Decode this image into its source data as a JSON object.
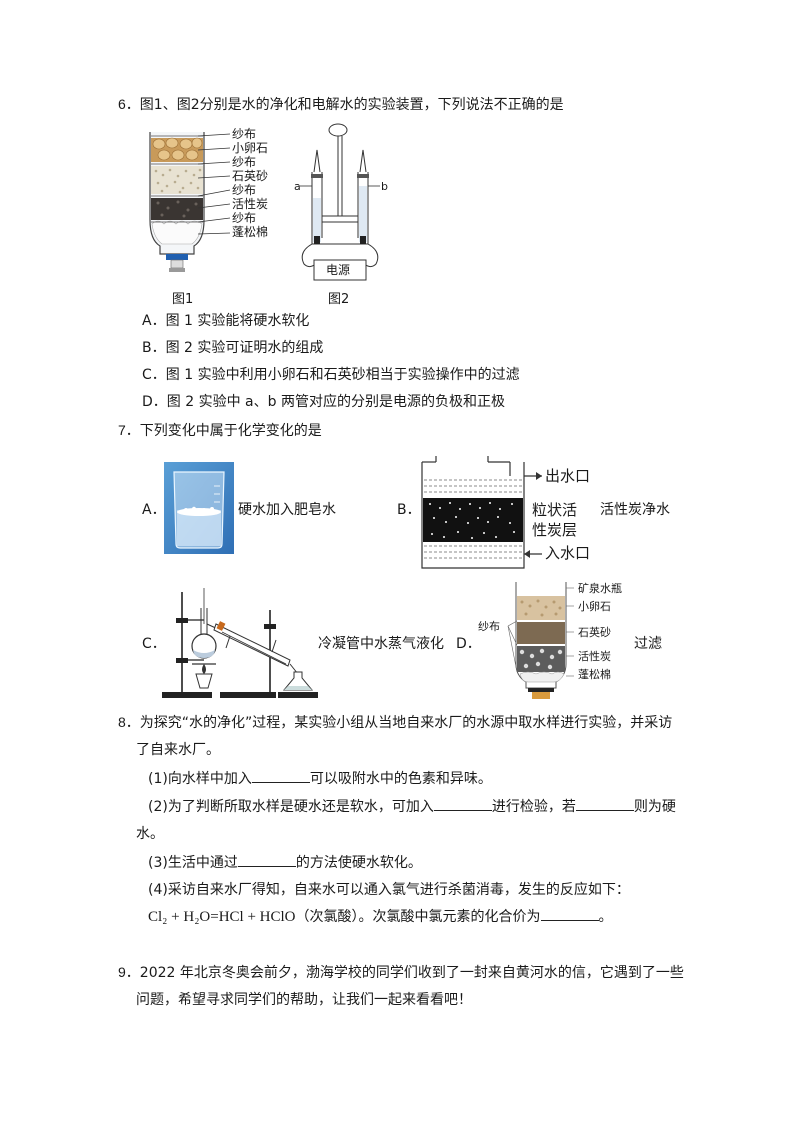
{
  "q6": {
    "number": "6．",
    "stem": "图1、图2分别是水的净化和电解水的实验装置，下列说法不正确的是",
    "fig1": {
      "caption": "图1",
      "labels": [
        "纱布",
        "小卵石",
        "纱布",
        "石英砂",
        "纱布",
        "活性炭",
        "纱布",
        "蓬松棉"
      ]
    },
    "fig2": {
      "caption": "图2",
      "label_a": "a",
      "label_b": "b",
      "power": "电源"
    },
    "options": [
      "A．图 1 实验能将硬水软化",
      "B．图 2 实验可证明水的组成",
      "C．图 1 实验中利用小卵石和石英砂相当于实验操作中的过滤",
      "D．图 2 实验中 a、b 两管对应的分别是电源的负极和正极"
    ]
  },
  "q7": {
    "number": "7．",
    "stem": "下列变化中属于化学变化的是",
    "optA": {
      "letter": "A．",
      "text": "硬水加入肥皂水"
    },
    "optB": {
      "letter": "B．",
      "text": "活性炭净水",
      "outlet": "出水口",
      "layer1": "粒状活",
      "layer2": "性炭层",
      "inlet": "入水口"
    },
    "optC": {
      "letter": "C．",
      "text": "冷凝管中水蒸气液化"
    },
    "optD": {
      "letter": "D．",
      "text": "过滤",
      "labels": [
        "矿泉水瓶",
        "小卵石",
        "石英砂",
        "活性炭",
        "蓬松棉"
      ],
      "left_label": "纱布"
    }
  },
  "q8": {
    "number": "8．",
    "stem1": "为探究“水的净化”过程，某实验小组从当地自来水厂的水源中取水样进行实验，并采访",
    "stem2": "了自来水厂。",
    "p1a": "(1)向水样中加入",
    "p1b": "可以吸附水中的色素和异味。",
    "p2a": "(2)为了判断所取水样是硬水还是软水，可加入",
    "p2b": "进行检验，若",
    "p2c": "则为硬",
    "p2d": "水。",
    "p3a": "(3)生活中通过",
    "p3b": "的方法使硬水软化。",
    "p4": "(4)采访自来水厂得知，自来水可以通入氯气进行杀菌消毒，发生的反应如下：",
    "eq": "Cl₂ + H₂O=HCl + HClO",
    "eq_note": "（次氯酸）。次氯酸中氯元素的化合价为",
    "eq_end": "。"
  },
  "q9": {
    "number": "9．",
    "line1": "2022 年北京冬奥会前夕，渤海学校的同学们收到了一封来自黄河水的信，它遇到了一些",
    "line2": "问题，希望寻求同学们的帮助，让我们一起来看看吧！"
  }
}
